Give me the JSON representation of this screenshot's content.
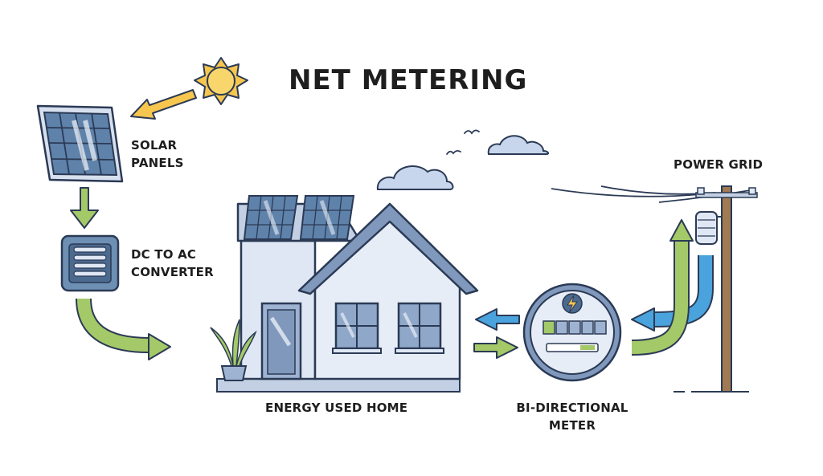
{
  "title": "NET METERING",
  "labels": {
    "solar_panels_line1": "SOLAR",
    "solar_panels_line2": "PANELS",
    "converter_line1": "DC TO AC",
    "converter_line2": "CONVERTER",
    "power_grid": "POWER GRID",
    "home": "ENERGY USED HOME",
    "meter_line1": "BI-DIRECTIONAL",
    "meter_line2": "METER"
  },
  "colors": {
    "outline": "#2b3a55",
    "panel_blue": "#5a7ea6",
    "house_fill": "#dfe7f4",
    "green_arrow": "#a4c968",
    "blue_arrow": "#4aa3dc",
    "sun": "#f7c64f",
    "pole": "#a07a52"
  }
}
